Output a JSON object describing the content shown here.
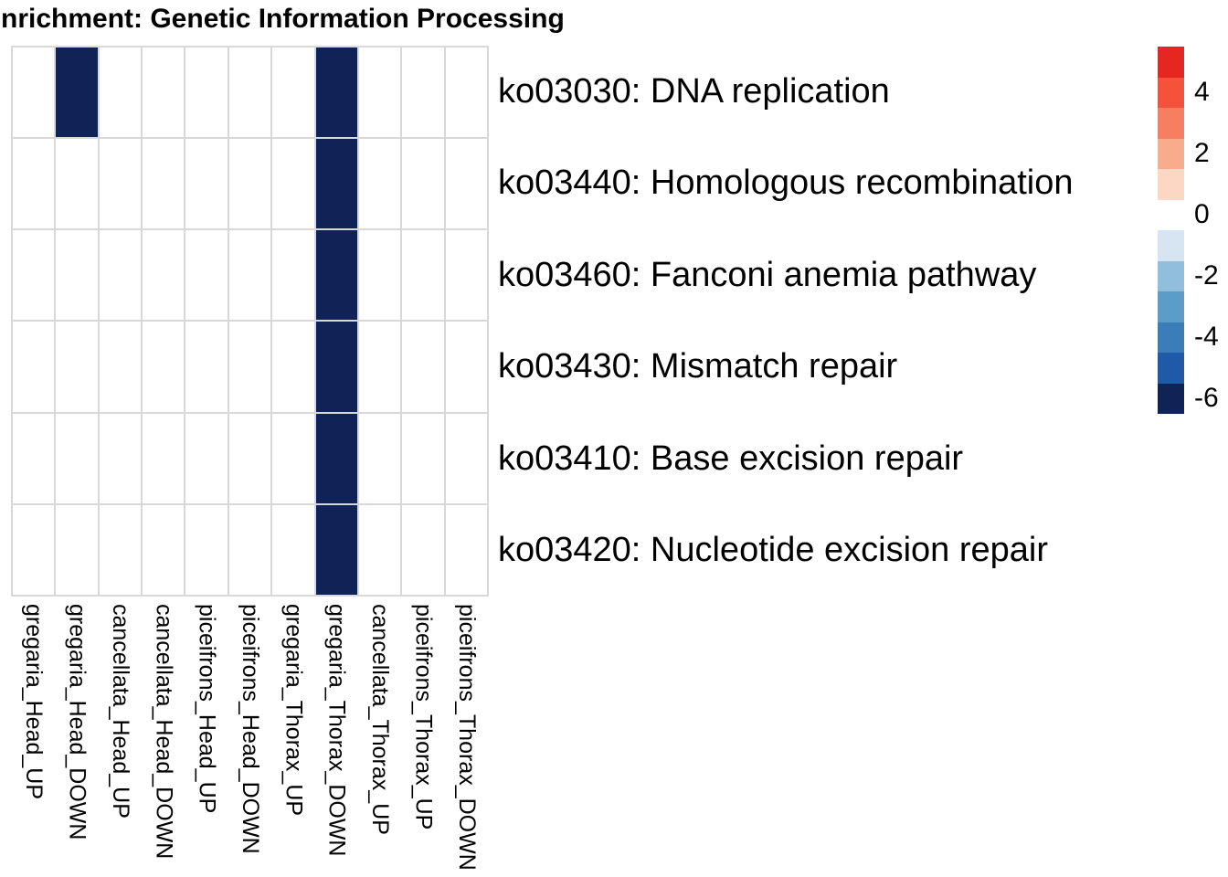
{
  "title": "nrichment: Genetic Information Processing",
  "chart_data": {
    "type": "heatmap",
    "title": "nrichment: Genetic Information Processing",
    "x_categories": [
      "gregaria_Head_UP",
      "gregaria_Head_DOWN",
      "cancellata_Head_UP",
      "cancellata_Head_DOWN",
      "piceifrons_Head_UP",
      "piceifrons_Head_DOWN",
      "gregaria_Thorax_UP",
      "gregaria_Thorax_DOWN",
      "cancellata_Thorax_UP",
      "piceifrons_Thorax_UP",
      "piceifrons_Thorax_DOWN"
    ],
    "y_categories": [
      "ko03030: DNA replication",
      "ko03440: Homologous recombination",
      "ko03460: Fanconi anemia pathway",
      "ko03430: Mismatch repair",
      "ko03410: Base excision repair",
      "ko03420: Nucleotide excision repair"
    ],
    "values": [
      [
        null,
        -6,
        null,
        null,
        null,
        null,
        null,
        -6,
        null,
        null,
        null
      ],
      [
        null,
        null,
        null,
        null,
        null,
        null,
        null,
        -6,
        null,
        null,
        null
      ],
      [
        null,
        null,
        null,
        null,
        null,
        null,
        null,
        -6,
        null,
        null,
        null
      ],
      [
        null,
        null,
        null,
        null,
        null,
        null,
        null,
        -6,
        null,
        null,
        null
      ],
      [
        null,
        null,
        null,
        null,
        null,
        null,
        null,
        -6,
        null,
        null,
        null
      ],
      [
        null,
        null,
        null,
        null,
        null,
        null,
        null,
        -6,
        null,
        null,
        null
      ]
    ],
    "value_color_map": {
      "-6": "#0f2357"
    },
    "empty_cell_color": "#ffffff",
    "grid_line_color": "#d8d8d8",
    "legend": {
      "position": "right",
      "blocks": [
        {
          "value": 5,
          "color": "#e62621",
          "label": ""
        },
        {
          "value": 4,
          "color": "#f4523a",
          "label": "4"
        },
        {
          "value": 3,
          "color": "#f77e60",
          "label": ""
        },
        {
          "value": 2,
          "color": "#f9ab8d",
          "label": "2"
        },
        {
          "value": 1,
          "color": "#fcd8c4",
          "label": ""
        },
        {
          "value": 0,
          "color": "#ffffff",
          "label": "0"
        },
        {
          "value": -1,
          "color": "#d7e4f1",
          "label": ""
        },
        {
          "value": -2,
          "color": "#92bedd",
          "label": "-2"
        },
        {
          "value": -3,
          "color": "#5a9dc9",
          "label": ""
        },
        {
          "value": -4,
          "color": "#3a7db8",
          "label": "-4"
        },
        {
          "value": -5,
          "color": "#1f5aa8",
          "label": ""
        },
        {
          "value": -6,
          "color": "#0f2357",
          "label": "-6"
        }
      ]
    }
  }
}
